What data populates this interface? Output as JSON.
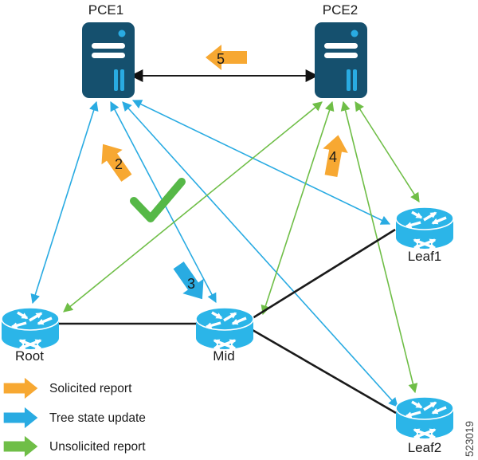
{
  "diagram": {
    "description": "PCE topology figure showing solicited/unsolicited reports and tree state updates between two PCEs and four routers",
    "nodes": {
      "pce1": "PCE1",
      "pce2": "PCE2",
      "root": "Root",
      "mid": "Mid",
      "leaf1": "Leaf1",
      "leaf2": "Leaf2"
    },
    "steps": {
      "s2": "2",
      "s3": "3",
      "s4": "4",
      "s5": "5"
    },
    "legend": [
      {
        "label": "Solicited report",
        "color": "#F7A832"
      },
      {
        "label": "Tree state update",
        "color": "#29ABE2"
      },
      {
        "label": "Unsolicited report",
        "color": "#6FBE47"
      }
    ],
    "figure_id": "523019",
    "colors": {
      "server_body": "#15506E",
      "router_body": "#2BB5E8",
      "solicited_orange": "#F7A832",
      "tree_state_blue": "#29ABE2",
      "unsolicited_green": "#6FBE47",
      "physical_link_black": "#1A1A1A",
      "checkmark_green": "#56B847"
    },
    "edges": {
      "black_links": [
        "PCE1-PCE2 (double arrow)",
        "Root-Mid",
        "Mid-Leaf1",
        "Mid-Leaf2"
      ],
      "blue_tree_state_bidirectional": [
        "PCE1-Root",
        "PCE1-Mid",
        "PCE1-Leaf1",
        "PCE1-Leaf2"
      ],
      "green_unsolicited_bidirectional": [
        "PCE2-Root",
        "PCE2-Mid",
        "PCE2-Leaf1",
        "PCE2-Leaf2"
      ]
    }
  }
}
